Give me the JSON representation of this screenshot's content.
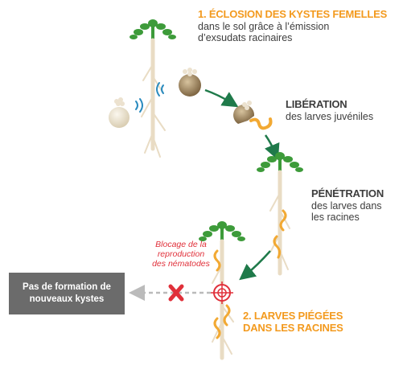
{
  "steps": {
    "hatching": {
      "title": "1. ÉCLOSION DES KYSTES FEMELLES",
      "desc_line1": "dans le sol grâce à l’émission",
      "desc_line2": "d’exsudats racinaires"
    },
    "release": {
      "title": "LIBÉRATION",
      "desc": "des larves juvéniles"
    },
    "penetration": {
      "title": "PÉNÉTRATION",
      "desc_line1": "des larves dans",
      "desc_line2": "les racines"
    },
    "trapped": {
      "title_line1": "2. LARVES PIÉGÉES",
      "title_line2": "DANS LES RACINES"
    }
  },
  "blocking": {
    "line1": "Blocage de la",
    "line2": "reproduction",
    "line3": "des nématodes"
  },
  "outcome": {
    "line1": "Pas de formation de",
    "line2": "nouveaux kystes"
  },
  "colors": {
    "title_orange": "#f39a1e",
    "text_dark": "#3d3d3d",
    "block_red": "#e0303a",
    "arrow_green": "#1f7a4a",
    "leaf_green": "#3d9b3a",
    "root": "#e9dcc4",
    "larva": "#f2a933",
    "box_gray": "#6b6b6b"
  }
}
